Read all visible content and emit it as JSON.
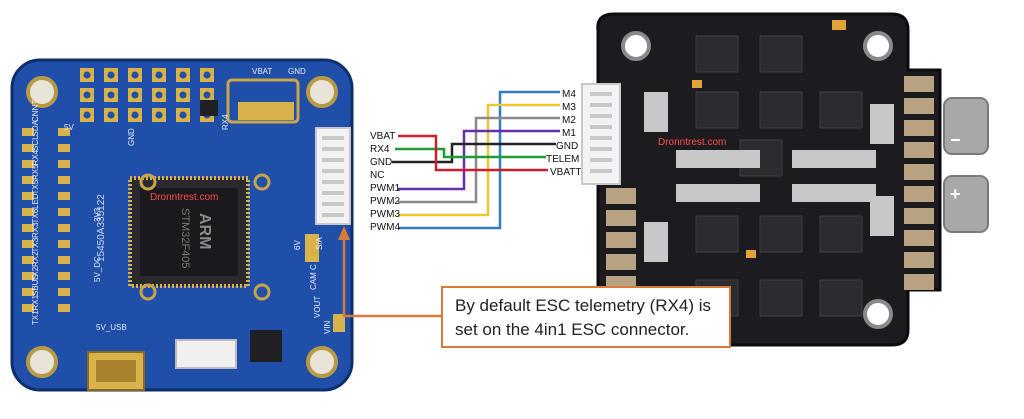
{
  "fc_board": {
    "chip_brand": "ARM",
    "chip_model": "STM32F405",
    "watermark": "Dronntrest.com",
    "pad_labels": [
      "CNNT",
      "SDA",
      "SCL",
      "RX4",
      "RX5",
      "TX5",
      "LED",
      "TX6",
      "RX3",
      "TX3",
      "RX2",
      "TX2",
      "SBUS",
      "RX1",
      "TX1",
      "5V_DC",
      "3V3",
      "5V_USB",
      "GND",
      "5V",
      "VBAT",
      "GND",
      "RX4",
      "6V",
      "S/A",
      "CAM C",
      "VOUT",
      "VIN"
    ],
    "serial": "15450A335122"
  },
  "wiring": {
    "left_pins": [
      "VBAT",
      "RX4",
      "GND",
      "NC",
      "PWM1",
      "PWM2",
      "PWM3",
      "PWM4"
    ],
    "right_pins": [
      "M4",
      "M3",
      "M2",
      "M1",
      "GND",
      "TELEM",
      "VBATT"
    ],
    "colors": {
      "vbat": "#c8202a",
      "rx4": "#1f9a3a",
      "gnd": "#222222",
      "pwm1": "#6a2fa8",
      "pwm2": "#8a8a8a",
      "pwm3": "#e8c83a",
      "pwm4": "#2f7fc1"
    }
  },
  "esc_board": {
    "watermark": "Dronntrest.com",
    "polarity_minus": "−",
    "polarity_plus": "+"
  },
  "callout": {
    "line1": "By default ESC telemetry (RX4) is",
    "line2": "set on the 4in1 ESC connector.",
    "border_color": "#d9793a"
  }
}
